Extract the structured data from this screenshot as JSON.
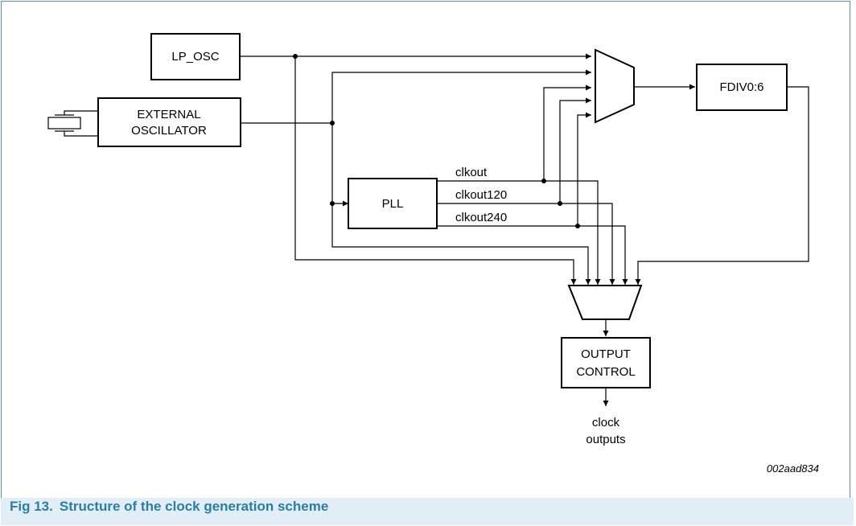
{
  "blocks": {
    "lp_osc": "LP_OSC",
    "external_osc_line1": "EXTERNAL",
    "external_osc_line2": "OSCILLATOR",
    "pll": "PLL",
    "fdiv": "FDIV0:6",
    "output_control_line1": "OUTPUT",
    "output_control_line2": "CONTROL"
  },
  "signals": {
    "clkout": "clkout",
    "clkout120": "clkout120",
    "clkout240": "clkout240",
    "clock_outputs_line1": "clock",
    "clock_outputs_line2": "outputs"
  },
  "figure": {
    "id": "002aad834",
    "number": "Fig 13.",
    "title": "Structure of the clock generation scheme"
  },
  "colors": {
    "frame": "#5b8fa8",
    "caption_text": "#2b7da6",
    "caption_band": "#e2eef5"
  }
}
